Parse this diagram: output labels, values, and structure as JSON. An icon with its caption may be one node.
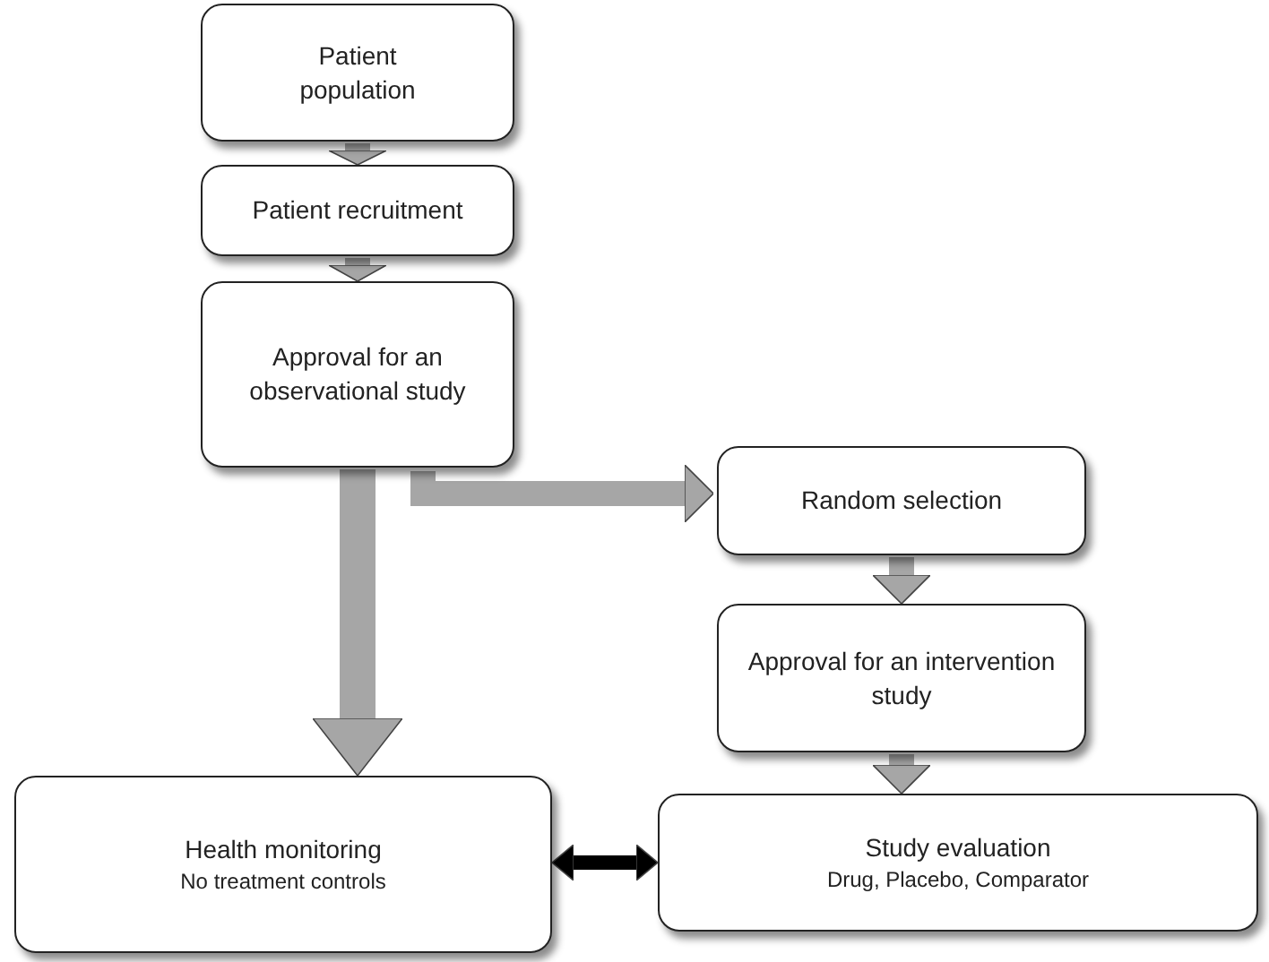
{
  "diagram": {
    "nodes": [
      {
        "text": [
          "Patient population"
        ]
      },
      {
        "text": [
          "Patient recruitment"
        ]
      },
      {
        "text": [
          "Approval for an observational study"
        ]
      },
      {
        "text": [
          "Random selection"
        ]
      },
      {
        "text": [
          "Approval for an intervention study"
        ]
      },
      {
        "text": [
          "Health monitoring",
          "No treatment controls"
        ]
      },
      {
        "text": [
          "Study evaluation",
          "Drug, Placebo, Comparator"
        ]
      }
    ],
    "edges": [
      {
        "from": 0,
        "to": 1,
        "arrow": "to"
      },
      {
        "from": 1,
        "to": 2,
        "arrow": "to"
      },
      {
        "from": 2,
        "to": 3,
        "arrow": "to"
      },
      {
        "from": 2,
        "to": 5,
        "arrow": "to"
      },
      {
        "from": 3,
        "to": 4,
        "arrow": "to"
      },
      {
        "from": 4,
        "to": 6,
        "arrow": "to"
      },
      {
        "from": 5,
        "to": 6,
        "arrow": "both",
        "color": "#000000"
      }
    ]
  }
}
